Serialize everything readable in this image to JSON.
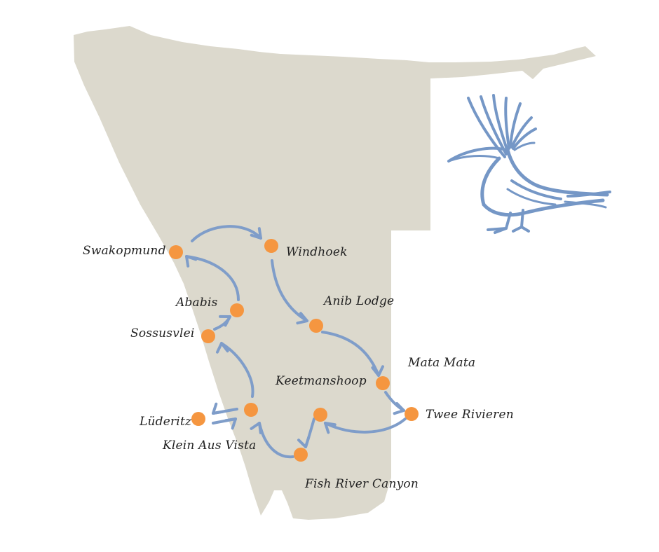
{
  "colors": {
    "land": "#dcd9cd",
    "route": "#7f9dc9",
    "stop": "#f59640",
    "bird": "#7597c6",
    "text": "#222222"
  },
  "icons": {
    "emblem": "hoopoe-bird-icon"
  },
  "stops": [
    {
      "id": "swakopmund",
      "label": "Swakopmund"
    },
    {
      "id": "windhoek",
      "label": "Windhoek"
    },
    {
      "id": "anib-lodge",
      "label": "Anib Lodge"
    },
    {
      "id": "mata-mata",
      "label": "Mata Mata"
    },
    {
      "id": "twee-rivieren",
      "label": "Twee Rivieren"
    },
    {
      "id": "keetmanshoop",
      "label": "Keetmanshoop"
    },
    {
      "id": "fish-river-canyon",
      "label": "Fish River Canyon"
    },
    {
      "id": "klein-aus-vista",
      "label": "Klein Aus Vista"
    },
    {
      "id": "luderitz",
      "label": "Lüderitz"
    },
    {
      "id": "sossusvlei",
      "label": "Sossusvlei"
    },
    {
      "id": "ababis",
      "label": "Ababis"
    }
  ]
}
